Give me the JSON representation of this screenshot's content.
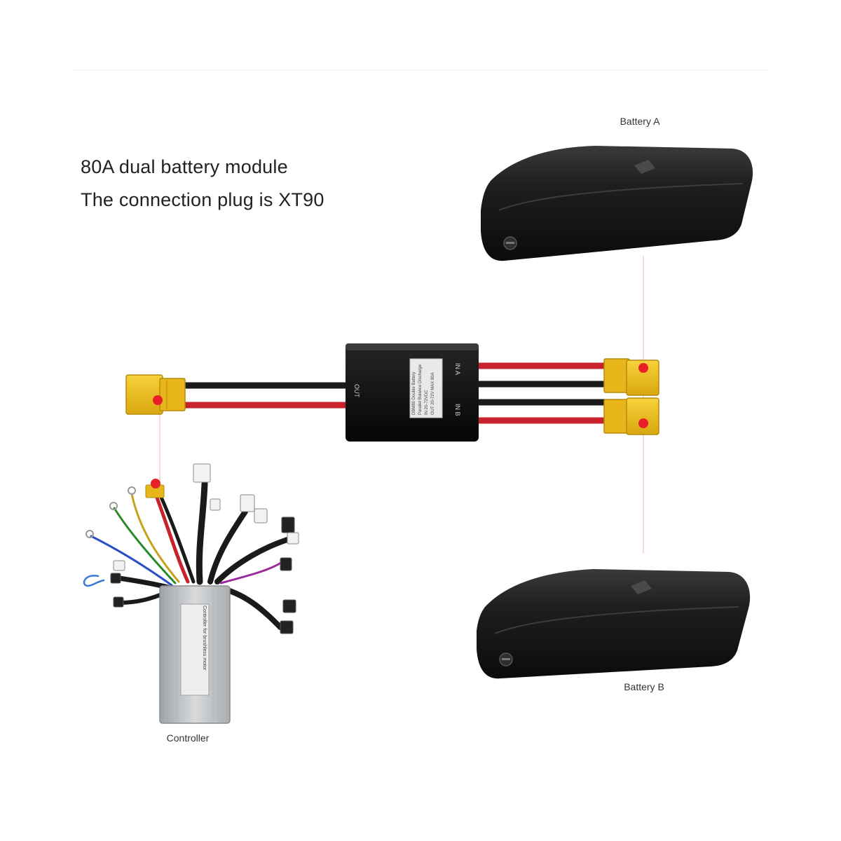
{
  "headline": {
    "line1": "80A dual battery module",
    "line2": "The connection plug is XT90"
  },
  "labels": {
    "battery_a": "Battery A",
    "battery_b": "Battery B",
    "controller": "Controller"
  },
  "module": {
    "port_out": "OUT",
    "port_a": "IN A",
    "port_b": "IN B",
    "sticker_lines": [
      "DBM80 Double Battery",
      "Parallel Balance Discharge",
      "IN 20-72VDC",
      "OUT 20-72V MAX 80A"
    ]
  },
  "controller": {
    "plate_text": "Controller for brushless motor"
  },
  "colors": {
    "connector_yellow": "#f2c21a",
    "marker_red": "#e8202a",
    "wire_red": "#c8232c",
    "wire_black": "#1a1a1a",
    "battery_body": "#1c1c1c",
    "module_body": "#111111",
    "controller_body": "#c8cacc"
  },
  "icons": {
    "connector": "xt90-connector-icon",
    "marker": "red-dot-marker",
    "battery": "downtube-battery-icon",
    "controller": "brushless-controller-icon"
  }
}
